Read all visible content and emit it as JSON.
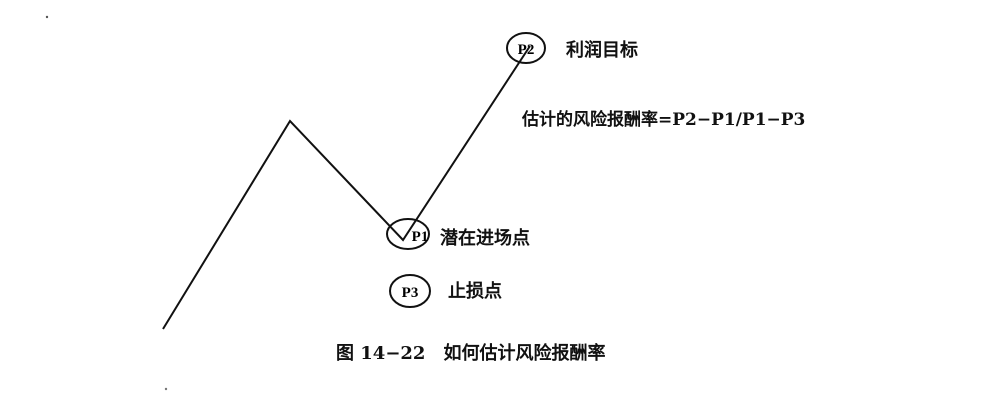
{
  "points": {
    "p2": {
      "tag": "P2",
      "label": "利润目标"
    },
    "p1": {
      "tag": "P1",
      "label": "潜在进场点"
    },
    "p3": {
      "tag": "P3",
      "label": "止损点"
    }
  },
  "formula": "估计的风险报酬率=P2−P1/P1−P3",
  "caption": "图 14−22　如何估计风险报酬率",
  "colors": {
    "ink": "#111111",
    "paper": "#ffffff"
  }
}
